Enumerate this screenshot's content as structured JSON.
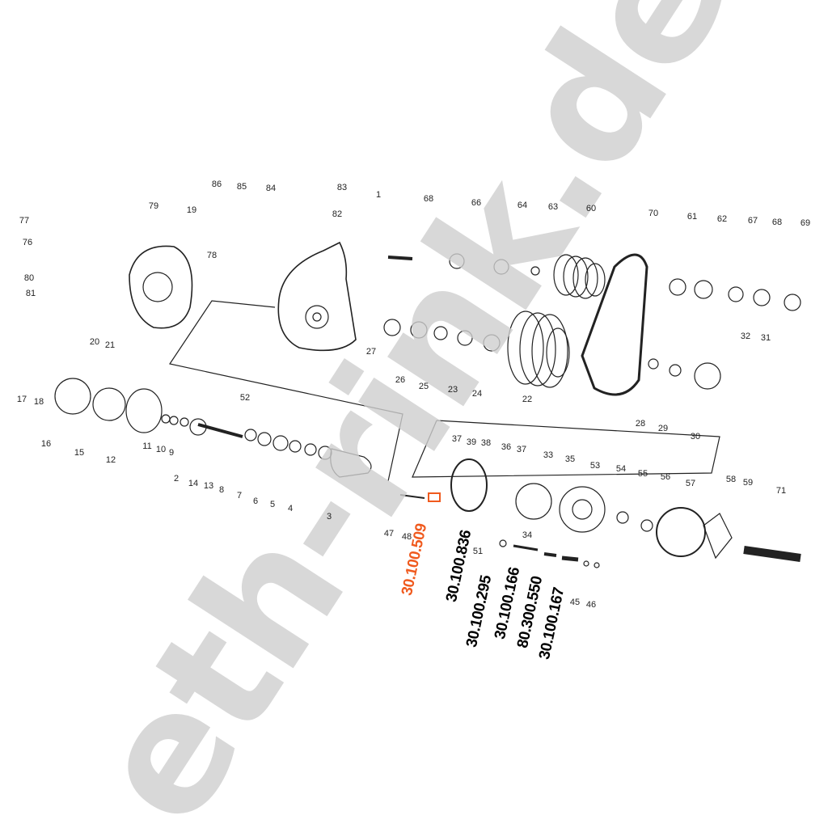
{
  "diagram": {
    "title": "Exploded parts diagram",
    "watermark": "eth-rink.de",
    "part_numbers": [
      "86",
      "85",
      "84",
      "83",
      "82",
      "1",
      "68",
      "66",
      "64",
      "63",
      "60",
      "70",
      "61",
      "62",
      "67",
      "68",
      "69",
      "77",
      "79",
      "19",
      "76",
      "78",
      "80",
      "81",
      "20",
      "21",
      "27",
      "26",
      "25",
      "23",
      "24",
      "22",
      "32",
      "31",
      "28",
      "29",
      "30",
      "17",
      "18",
      "16",
      "15",
      "12",
      "11",
      "10",
      "9",
      "52",
      "2",
      "14",
      "13",
      "8",
      "7",
      "6",
      "5",
      "4",
      "3",
      "37",
      "39",
      "38",
      "36",
      "37",
      "33",
      "35",
      "53",
      "54",
      "55",
      "56",
      "57",
      "58",
      "59",
      "71",
      "47",
      "48",
      "51",
      "34",
      "45",
      "46"
    ],
    "order_codes": [
      {
        "code": "30.100.509",
        "highlighted": true
      },
      {
        "code": "30.100.836",
        "highlighted": false
      },
      {
        "code": "30.100.295",
        "highlighted": false
      },
      {
        "code": "30.100.166",
        "highlighted": false
      },
      {
        "code": "80.300.550",
        "highlighted": false
      },
      {
        "code": "30.100.167",
        "highlighted": false
      }
    ],
    "colors": {
      "highlight": "#f05a1e",
      "line": "#222222",
      "watermark": "#cfcfcf"
    }
  }
}
